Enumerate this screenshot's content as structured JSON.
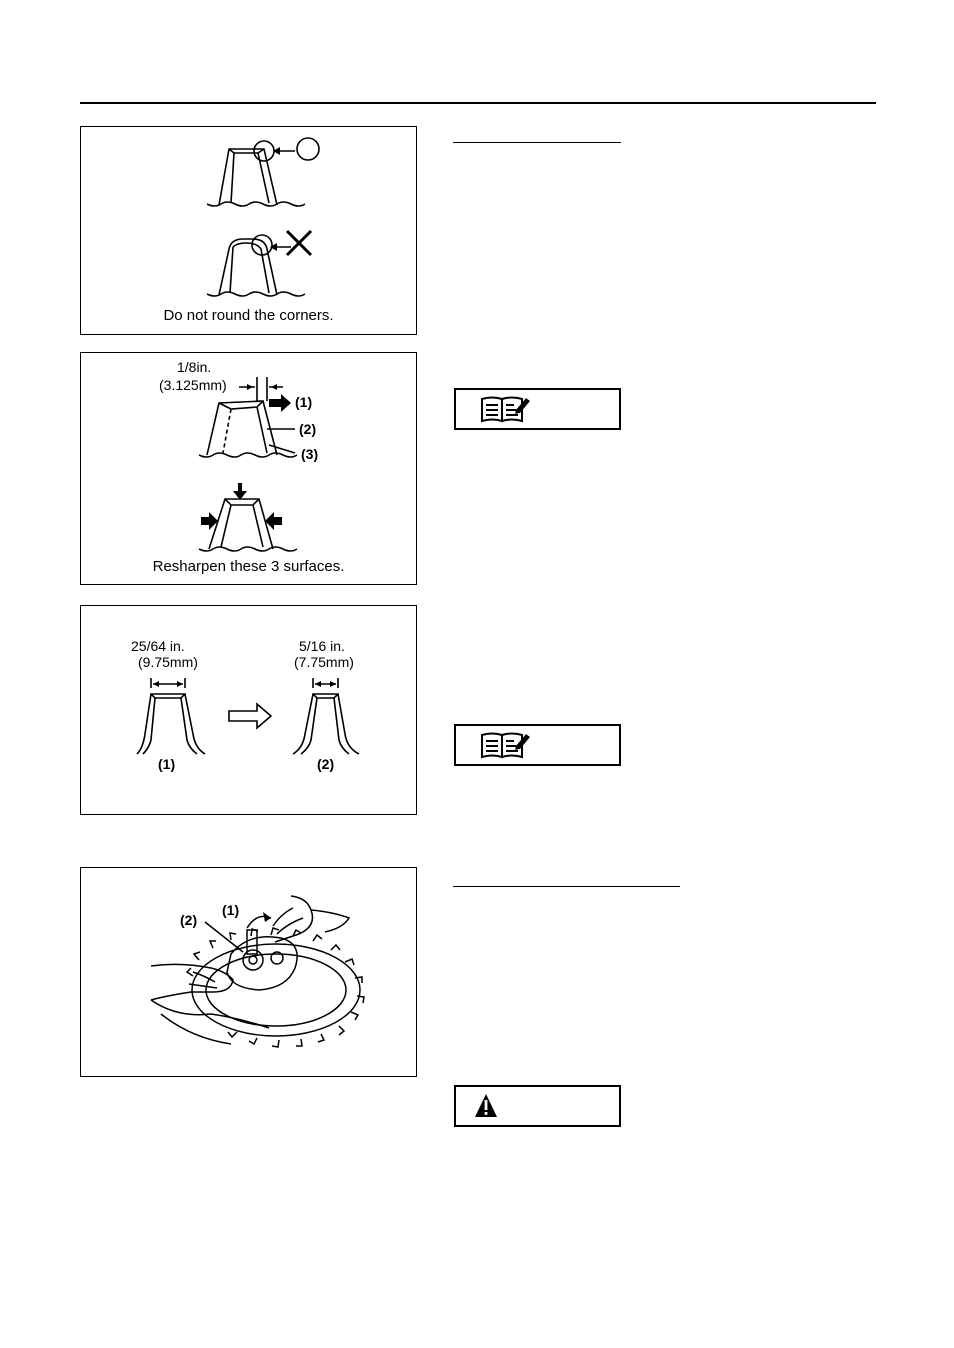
{
  "figures": {
    "corners": {
      "caption": "Do not round the corners."
    },
    "resharpen": {
      "dimension_top": "1/8in.",
      "dimension_bottom": "(3.125mm)",
      "label_1": "(1)",
      "label_2": "(2)",
      "label_3": "(3)",
      "caption": "Resharpen these 3 surfaces."
    },
    "width_limit": {
      "left_dim_top": "25/64 in.",
      "left_dim_bottom": "(9.75mm)",
      "right_dim_top": "5/16 in.",
      "right_dim_bottom": "(7.75mm)",
      "label_1": "(1)",
      "label_2": "(2)"
    },
    "sprocket": {
      "label_1": "(1)",
      "label_2": "(2)"
    }
  },
  "notices": {
    "note_icon": "manual-book-icon",
    "warning_icon": "warning-triangle-icon"
  }
}
